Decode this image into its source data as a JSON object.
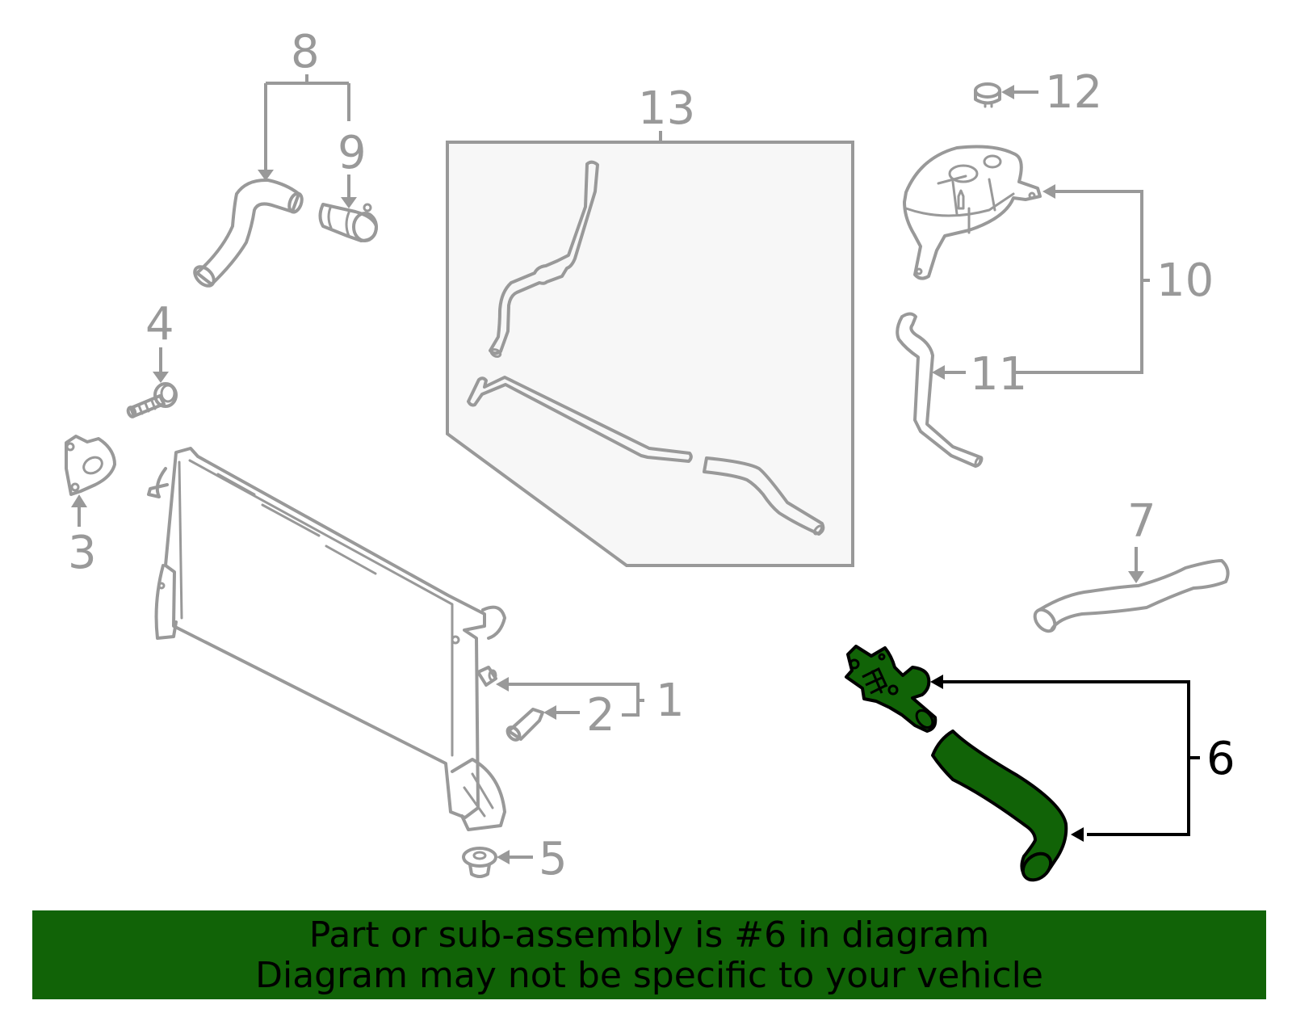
{
  "diagram": {
    "title": "Radiator / cooling system parts diagram",
    "highlight_color": "#116307",
    "line_color": "#999999",
    "callouts": [
      {
        "id": "1",
        "label": "1",
        "part": "drain plug (radiator)"
      },
      {
        "id": "2",
        "label": "2",
        "part": "drain plug"
      },
      {
        "id": "3",
        "label": "3",
        "part": "bracket"
      },
      {
        "id": "4",
        "label": "4",
        "part": "bolt"
      },
      {
        "id": "5",
        "label": "5",
        "part": "insulator"
      },
      {
        "id": "6",
        "label": "6",
        "part": "hose / thermostat housing assembly",
        "highlighted": true
      },
      {
        "id": "7",
        "label": "7",
        "part": "hose"
      },
      {
        "id": "8",
        "label": "8",
        "part": "upper hose"
      },
      {
        "id": "9",
        "label": "9",
        "part": "hose clamp fitting"
      },
      {
        "id": "10",
        "label": "10",
        "part": "coolant reservoir"
      },
      {
        "id": "11",
        "label": "11",
        "part": "reservoir hose"
      },
      {
        "id": "12",
        "label": "12",
        "part": "reservoir cap"
      },
      {
        "id": "13",
        "label": "13",
        "part": "hose kit"
      }
    ]
  },
  "banner": {
    "line1": "Part or sub-assembly is #6 in diagram",
    "line2": "Diagram may not be specific to your vehicle",
    "background": "#116307"
  }
}
